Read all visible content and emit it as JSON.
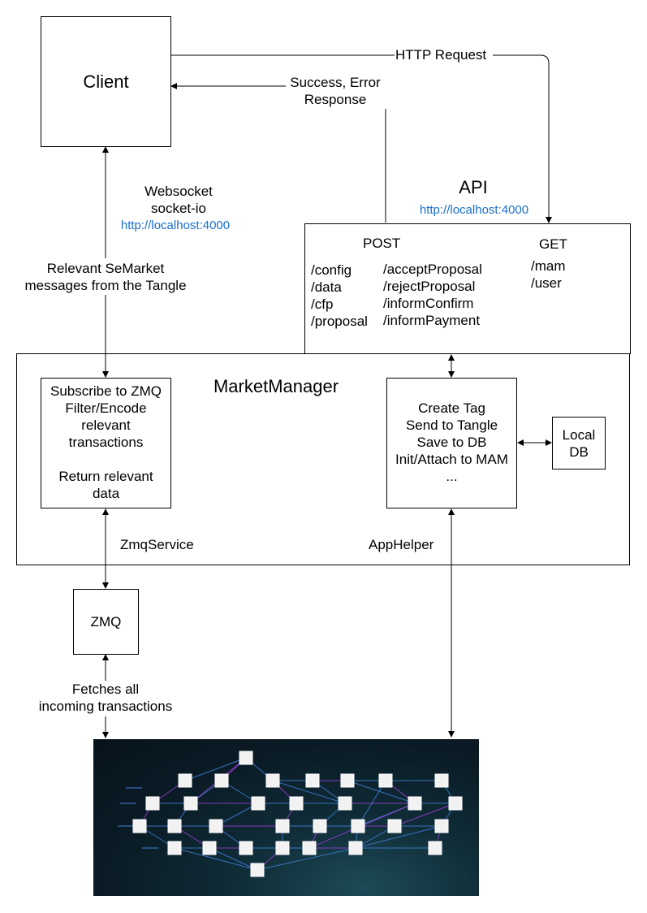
{
  "client": {
    "label": "Client"
  },
  "http_request": {
    "label": "HTTP Request"
  },
  "response": {
    "line1": "Success, Error",
    "line2": "Response"
  },
  "websocket": {
    "line1": "Websocket",
    "line2": "socket-io",
    "url": "http://localhost:4000"
  },
  "relevant_messages": {
    "line1": "Relevant SeMarket",
    "line2": "messages from the Tangle"
  },
  "api": {
    "title": "API",
    "url": "http://localhost:4000",
    "post_header": "POST",
    "get_header": "GET",
    "post_col1": [
      "/config",
      "/data",
      "/cfp",
      "/proposal"
    ],
    "post_col2": [
      "/acceptProposal",
      "/rejectProposal",
      "/informConfirm",
      "/informPayment"
    ],
    "get_col": [
      "/mam",
      "/user"
    ]
  },
  "market_manager": {
    "title": "MarketManager"
  },
  "zmq_service": {
    "label": "ZmqService",
    "lines": [
      "Subscribe to ZMQ",
      "Filter/Encode",
      "relevant",
      "transactions",
      "",
      "Return relevant",
      "data"
    ]
  },
  "app_helper": {
    "label": "AppHelper",
    "lines": [
      "Create Tag",
      "Send to Tangle",
      "Save to DB",
      "Init/Attach to MAM",
      "..."
    ]
  },
  "local_db": {
    "line1": "Local",
    "line2": "DB"
  },
  "zmq": {
    "label": "ZMQ"
  },
  "fetches": {
    "line1": "Fetches all",
    "line2": "incoming transactions"
  },
  "colors": {
    "link": "#1a6fd0",
    "tangle_bg": "#0a1a24",
    "tangle_edge_blue": "#3f7fd6",
    "tangle_edge_purple": "#9b3fd6"
  }
}
